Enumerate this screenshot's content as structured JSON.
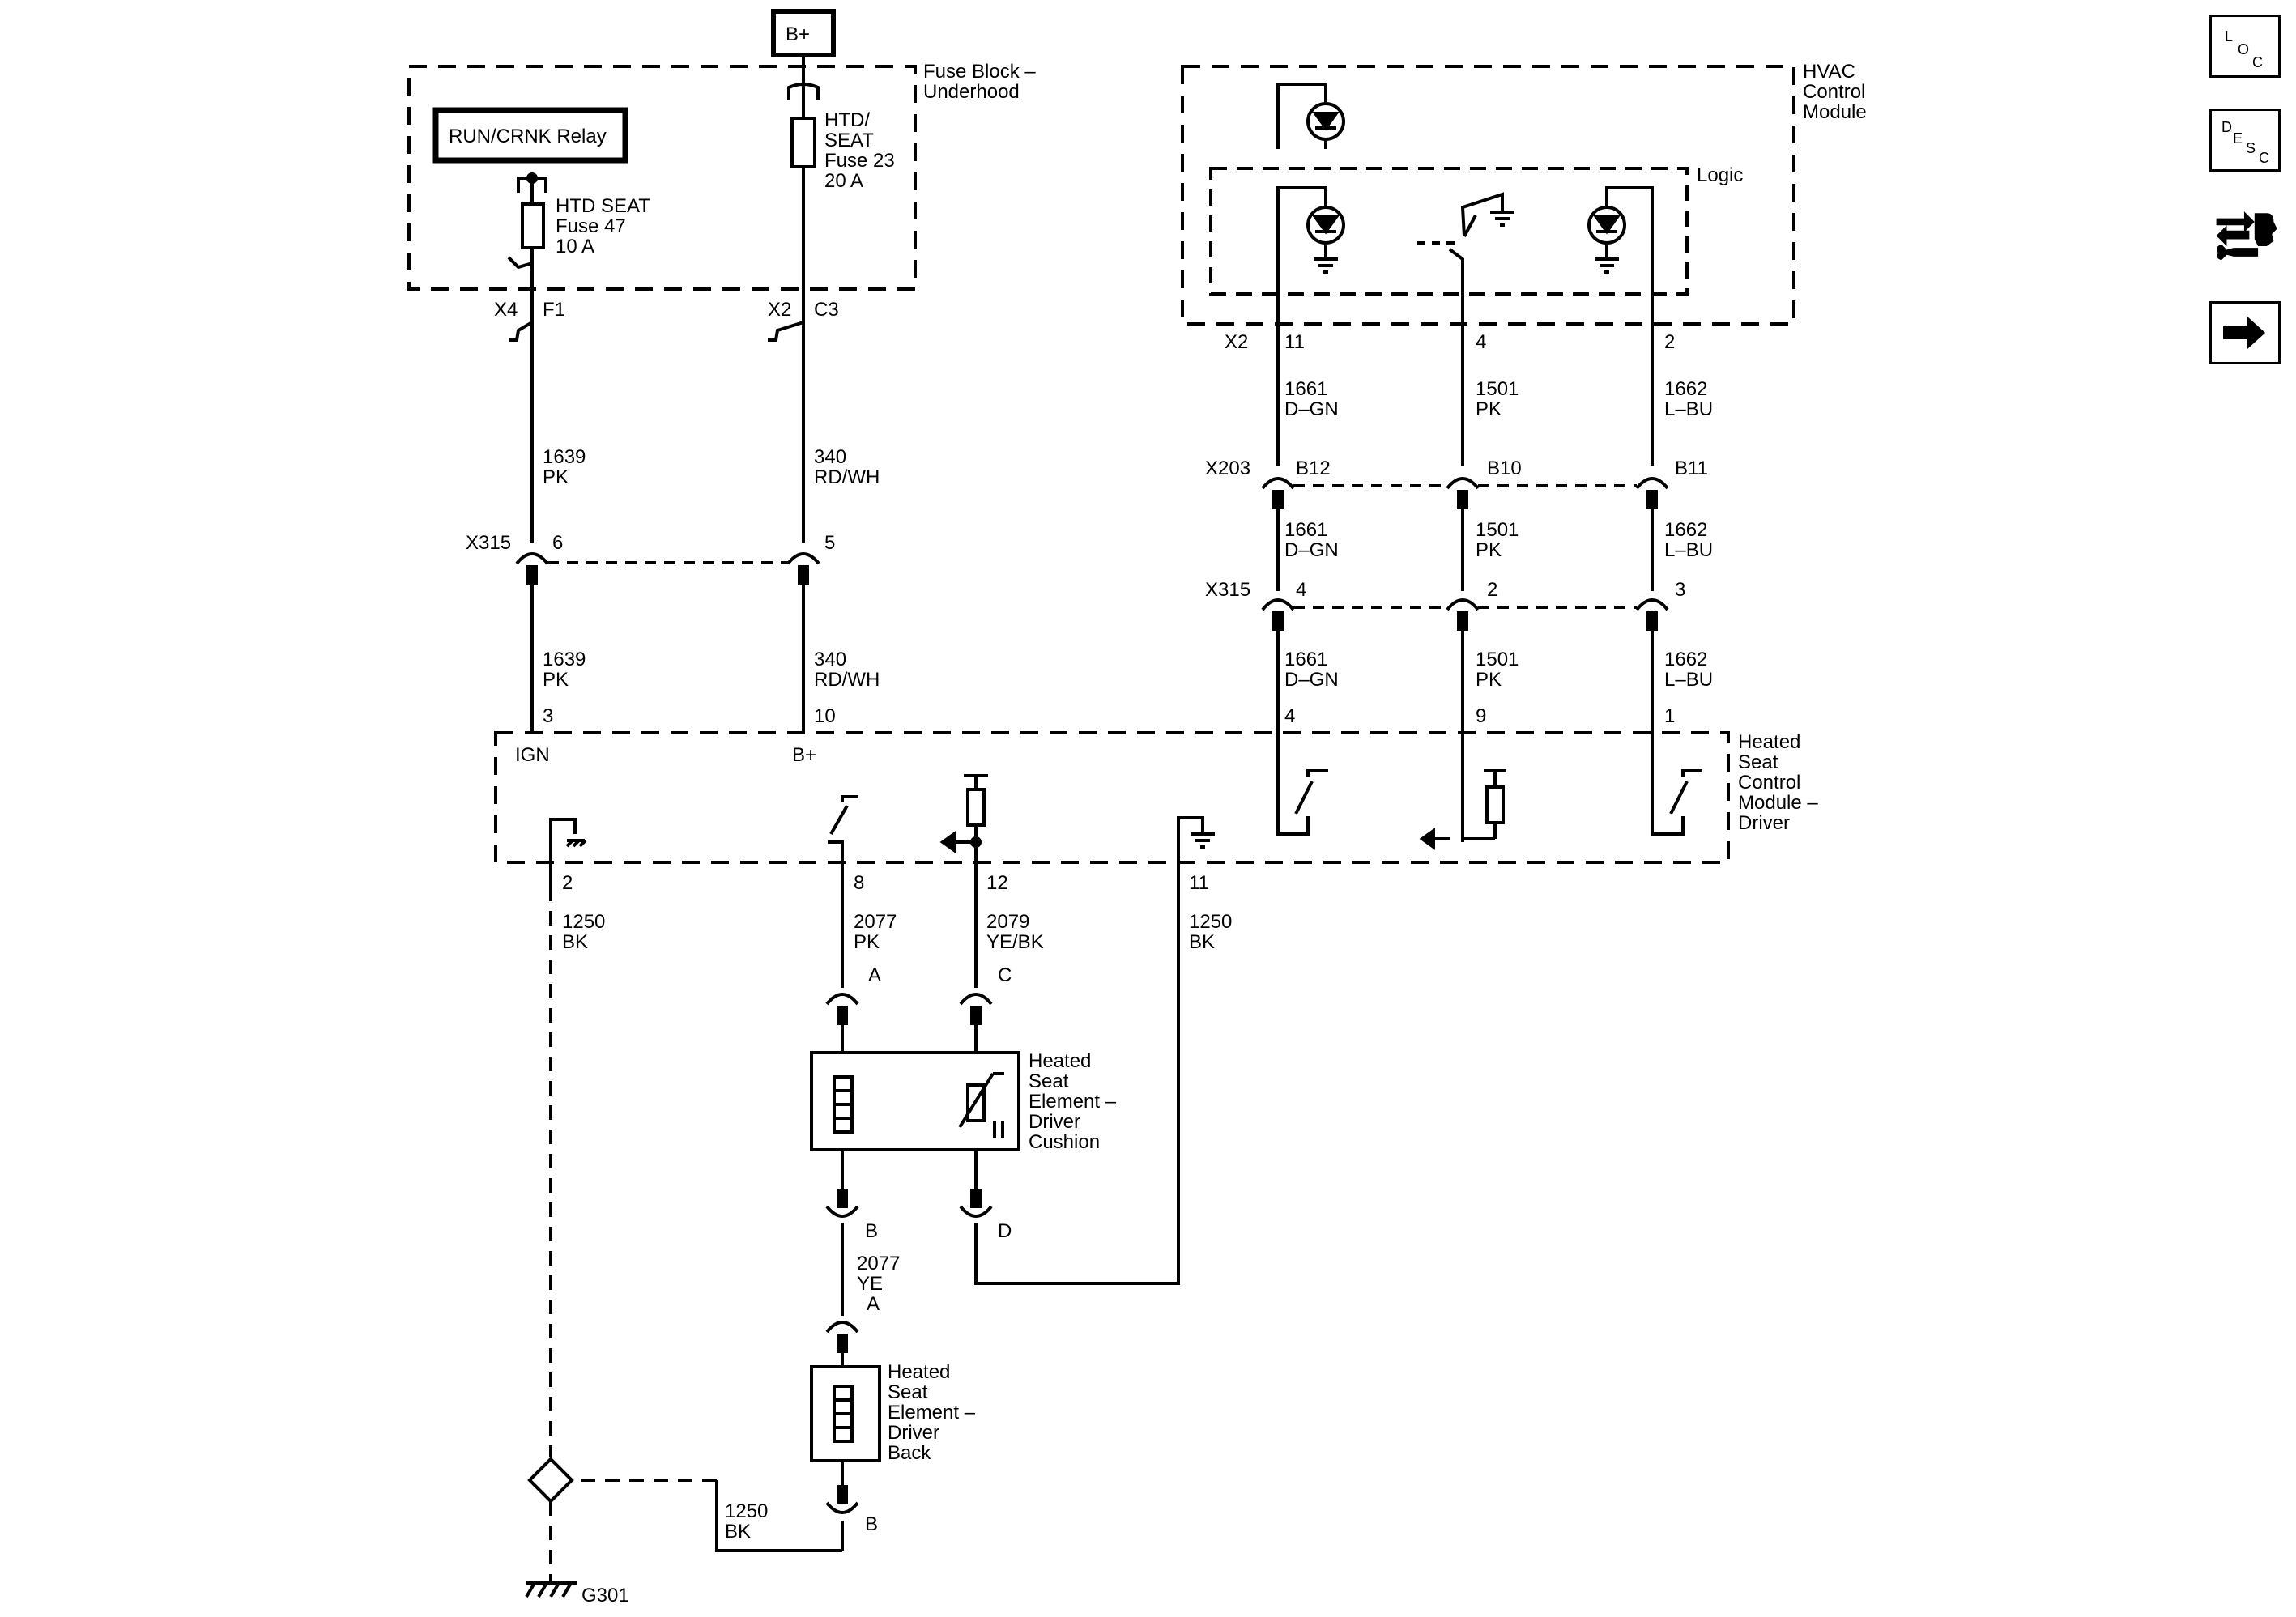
{
  "power_source": "B+",
  "fuse_block": {
    "title_lines": [
      "Fuse Block –",
      "Underhood"
    ],
    "relay": "RUN/CRNK Relay",
    "fuse47_lines": [
      "HTD SEAT",
      "Fuse 47",
      "10 A"
    ],
    "fuse23_lines": [
      "HTD/",
      "SEAT",
      "Fuse 23",
      "20 A"
    ]
  },
  "hvac_module": {
    "title_lines": [
      "HVAC",
      "Control",
      "Module"
    ],
    "logic_label": "Logic"
  },
  "hscm": {
    "title_lines": [
      "Heated",
      "Seat",
      "Control",
      "Module –",
      "Driver"
    ]
  },
  "cushion_element": {
    "title_lines": [
      "Heated",
      "Seat",
      "Element –",
      "Driver",
      "Cushion"
    ]
  },
  "back_element": {
    "title_lines": [
      "Heated",
      "Seat",
      "Element –",
      "Driver",
      "Back"
    ]
  },
  "ground": "G301",
  "connectors": {
    "x4": "X4",
    "f1": "F1",
    "x2_fuse": "X2",
    "c3": "C3",
    "x2_hvac": "X2",
    "x203": "X203",
    "x315": "X315",
    "x315_b": "X315",
    "pin_x315_6": "6",
    "pin_x315_5": "5",
    "pin_hvac_11": "11",
    "pin_hvac_4": "4",
    "pin_hvac_2": "2",
    "pin_x203_b12": "B12",
    "pin_x203_b10": "B10",
    "pin_x203_b11": "B11",
    "pin_x315_4": "4",
    "pin_x315_2": "2",
    "pin_x315_3": "3",
    "pin_hscm_3": "3",
    "pin_hscm_10": "10",
    "pin_hscm_4": "4",
    "pin_hscm_9": "9",
    "pin_hscm_1": "1",
    "pin_hscm_2": "2",
    "pin_hscm_8": "8",
    "pin_hscm_12": "12",
    "pin_hscm_11": "11",
    "ign": "IGN",
    "bplus": "B+",
    "cushion_a": "A",
    "cushion_c": "C",
    "cushion_b": "B",
    "cushion_d": "D",
    "back_a": "A",
    "back_b": "B"
  },
  "wires": {
    "w1639_upper": [
      "1639",
      "PK"
    ],
    "w340_upper": [
      "340",
      "RD/WH"
    ],
    "w1639_lower": [
      "1639",
      "PK"
    ],
    "w340_lower": [
      "340",
      "RD/WH"
    ],
    "w1661_1": [
      "1661",
      "D–GN"
    ],
    "w1501_1": [
      "1501",
      "PK"
    ],
    "w1662_1": [
      "1662",
      "L–BU"
    ],
    "w1661_2": [
      "1661",
      "D–GN"
    ],
    "w1501_2": [
      "1501",
      "PK"
    ],
    "w1662_2": [
      "1662",
      "L–BU"
    ],
    "w1661_3": [
      "1661",
      "D–GN"
    ],
    "w1501_3": [
      "1501",
      "PK"
    ],
    "w1662_3": [
      "1662",
      "L–BU"
    ],
    "w1250_left": [
      "1250",
      "BK"
    ],
    "w2077_pk": [
      "2077",
      "PK"
    ],
    "w2079": [
      "2079",
      "YE/BK"
    ],
    "w1250_right": [
      "1250",
      "BK"
    ],
    "w2077_ye": [
      "2077",
      "YE"
    ],
    "w1250_bottom": [
      "1250",
      "BK"
    ]
  },
  "nav_buttons": [
    {
      "name": "loc",
      "letters": [
        "L",
        "O",
        "C"
      ]
    },
    {
      "name": "desc",
      "letters": [
        "D",
        "E",
        "S",
        "C"
      ]
    },
    {
      "name": "connector-views",
      "icon": "connector-wrench-icon"
    },
    {
      "name": "next",
      "icon": "arrow-right-icon"
    }
  ]
}
